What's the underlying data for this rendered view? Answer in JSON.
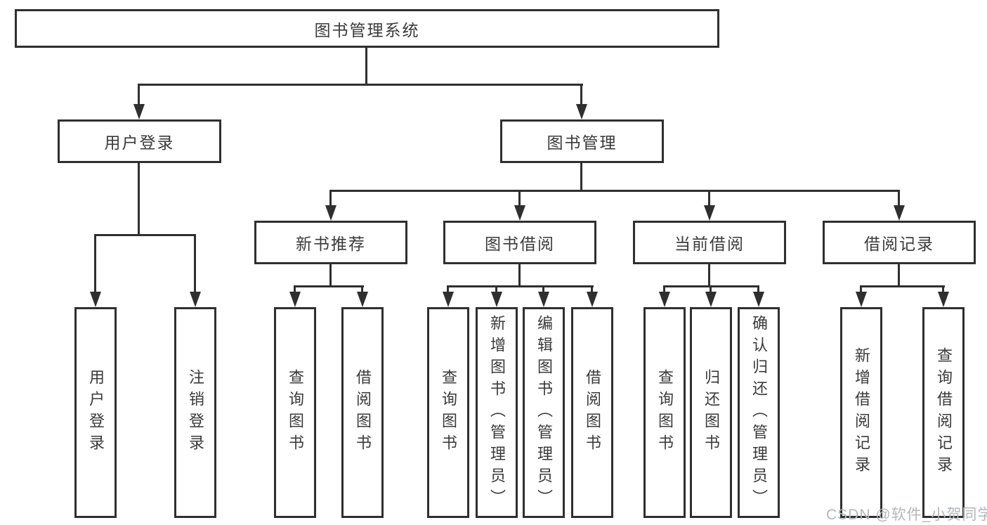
{
  "diagram": {
    "root": {
      "label": "图书管理系统"
    },
    "level2": [
      {
        "label": "用户登录"
      },
      {
        "label": "图书管理"
      }
    ],
    "level3": [
      {
        "label": "新书推荐"
      },
      {
        "label": "图书借阅"
      },
      {
        "label": "当前借阅"
      },
      {
        "label": "借阅记录"
      }
    ],
    "leaves": {
      "user_login": [
        "用户登录",
        "注销登录"
      ],
      "new_book": [
        "查询图书",
        "借阅图书"
      ],
      "book_borrow": [
        "查询图书",
        "新增图书（管理员）",
        "编辑图书（管理员）",
        "借阅图书"
      ],
      "current_borrow": [
        "查询图书",
        "归还图书",
        "确认归还（管理员）"
      ],
      "borrow_record": [
        "新增借阅记录",
        "查询借阅记录"
      ]
    },
    "watermark": "CSDN @软件_小贺同学",
    "colors": {
      "line": "#2f2f2f",
      "text": "#3a3a3a",
      "background": "#ffffff",
      "watermark": "#b3b7bb"
    }
  }
}
